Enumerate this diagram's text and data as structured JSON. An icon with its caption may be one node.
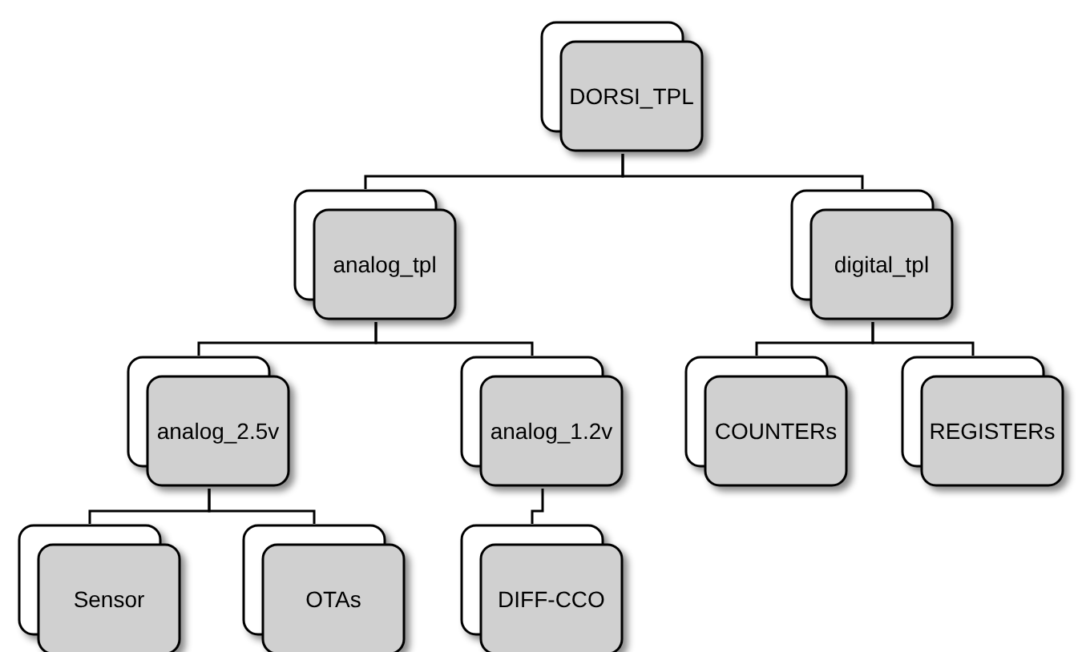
{
  "diagram": {
    "nodes": [
      {
        "text": [
          "DORSI_TPL"
        ]
      },
      {
        "text": [
          "analog_tpl"
        ]
      },
      {
        "text": [
          "digital_tpl"
        ]
      },
      {
        "text": [
          "analog_2.5v"
        ]
      },
      {
        "text": [
          "analog_1.2v"
        ]
      },
      {
        "text": [
          "COUNTERs"
        ]
      },
      {
        "text": [
          "REGISTERs"
        ]
      },
      {
        "text": [
          "Sensor"
        ]
      },
      {
        "text": [
          "OTAs"
        ]
      },
      {
        "text": [
          "DIFF-CCO"
        ]
      }
    ],
    "edges": [
      {
        "from": 0,
        "to": 1,
        "arrow": "none"
      },
      {
        "from": 0,
        "to": 2,
        "arrow": "none"
      },
      {
        "from": 1,
        "to": 3,
        "arrow": "none"
      },
      {
        "from": 1,
        "to": 4,
        "arrow": "none"
      },
      {
        "from": 2,
        "to": 5,
        "arrow": "none"
      },
      {
        "from": 2,
        "to": 6,
        "arrow": "none"
      },
      {
        "from": 3,
        "to": 7,
        "arrow": "none"
      },
      {
        "from": 3,
        "to": 8,
        "arrow": "none"
      },
      {
        "from": 4,
        "to": 9,
        "arrow": "none"
      }
    ]
  }
}
